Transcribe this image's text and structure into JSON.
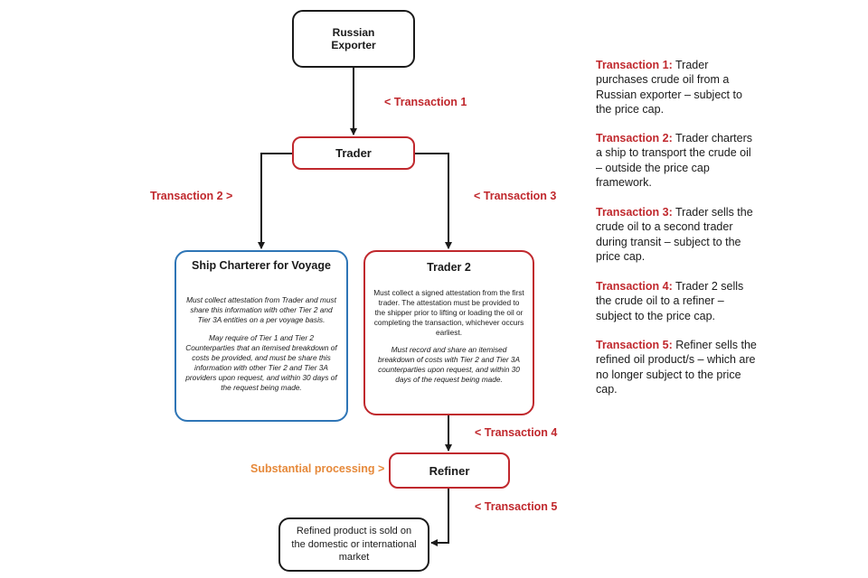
{
  "nodes": {
    "exporter": {
      "line1": "Russian",
      "line2": "Exporter"
    },
    "trader": {
      "title": "Trader"
    },
    "charterer": {
      "title": "Ship Charterer for Voyage",
      "note1": "Must collect attestation from Trader and must share this information with other Tier 2 and Tier 3A entities on a per voyage basis.",
      "note2": "May require of Tier 1 and Tier 2 Counterparties that an itemised breakdown of costs be provided, and must be share this information with other Tier 2 and Tier 3A providers upon request, and within 30 days of the request being made."
    },
    "trader2": {
      "title": "Trader 2",
      "note1": "Must collect a signed attestation from the first trader. The attestation must be provided to the shipper prior to lifting or loading the oil or completing the transaction, whichever occurs earliest.",
      "note2": "Must record and share an itemised breakdown of costs with Tier 2 and Tier 3A counterparties upon request, and within 30 days of the request being made."
    },
    "refiner": {
      "title": "Refiner"
    },
    "market": {
      "text": "Refined product is sold on the domestic or international market"
    }
  },
  "labels": {
    "t1": "< Transaction 1",
    "t2": "Transaction 2 >",
    "t3": "< Transaction 3",
    "t4": "< Transaction 4",
    "t5": "< Transaction 5",
    "processing": "Substantial processing >"
  },
  "legend": [
    {
      "key": "Transaction 1:",
      "text": "Trader purchases crude oil from a Russian exporter – subject to the price cap."
    },
    {
      "key": "Transaction 2:",
      "text": "Trader charters a ship to transport the crude oil – outside the price cap framework."
    },
    {
      "key": "Transaction 3:",
      "text": "Trader sells the crude oil to a second trader during transit – subject to the price cap."
    },
    {
      "key": "Transaction 4:",
      "text": "Trader 2 sells the crude oil to a refiner – subject to the price cap."
    },
    {
      "key": "Transaction 5:",
      "text": "Refiner sells the refined oil product/s – which are no longer subject to the price cap."
    }
  ],
  "colors": {
    "red": "#c0282d",
    "blue": "#2e75b6",
    "orange": "#e6893a",
    "line": "#1a1a1a"
  }
}
